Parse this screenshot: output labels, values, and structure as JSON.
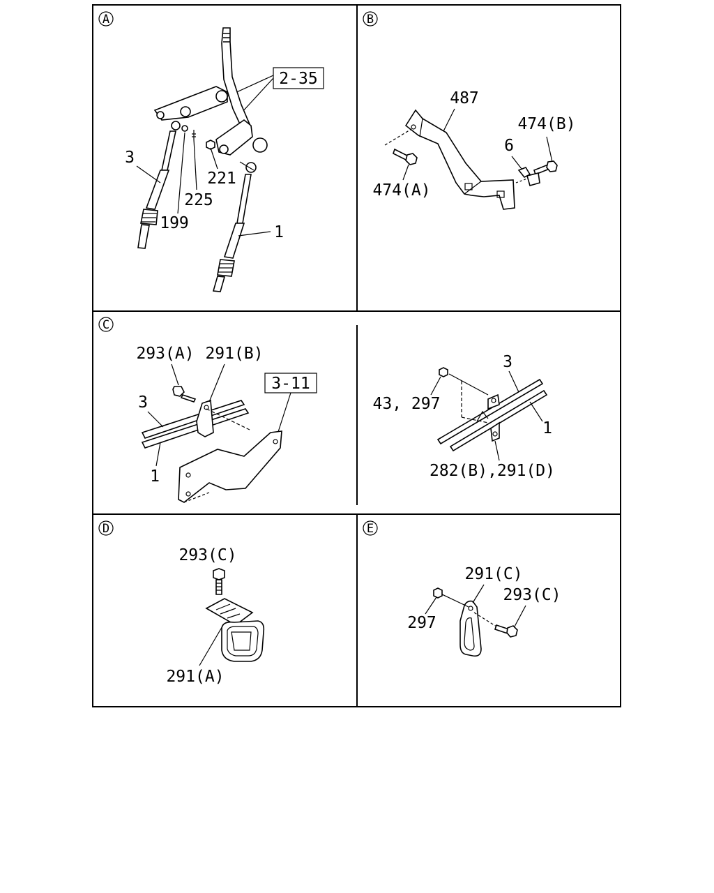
{
  "panels": {
    "A": {
      "letter": "A",
      "ref": "2-35",
      "labels": [
        "3",
        "199",
        "225",
        "221",
        "1"
      ]
    },
    "B": {
      "letter": "B",
      "labels": [
        "487",
        "474(B)",
        "6",
        "474(A)"
      ]
    },
    "C": {
      "letter": "C",
      "ref": "3-11",
      "labels": [
        "293(A)",
        "291(B)",
        "3",
        "1"
      ],
      "right_labels": [
        "3",
        "43, 297",
        "1",
        "282(B),291(D)"
      ]
    },
    "D": {
      "letter": "D",
      "labels": [
        "293(C)",
        "291(A)"
      ]
    },
    "E": {
      "letter": "E",
      "labels": [
        "291(C)",
        "293(C)",
        "297"
      ]
    }
  }
}
